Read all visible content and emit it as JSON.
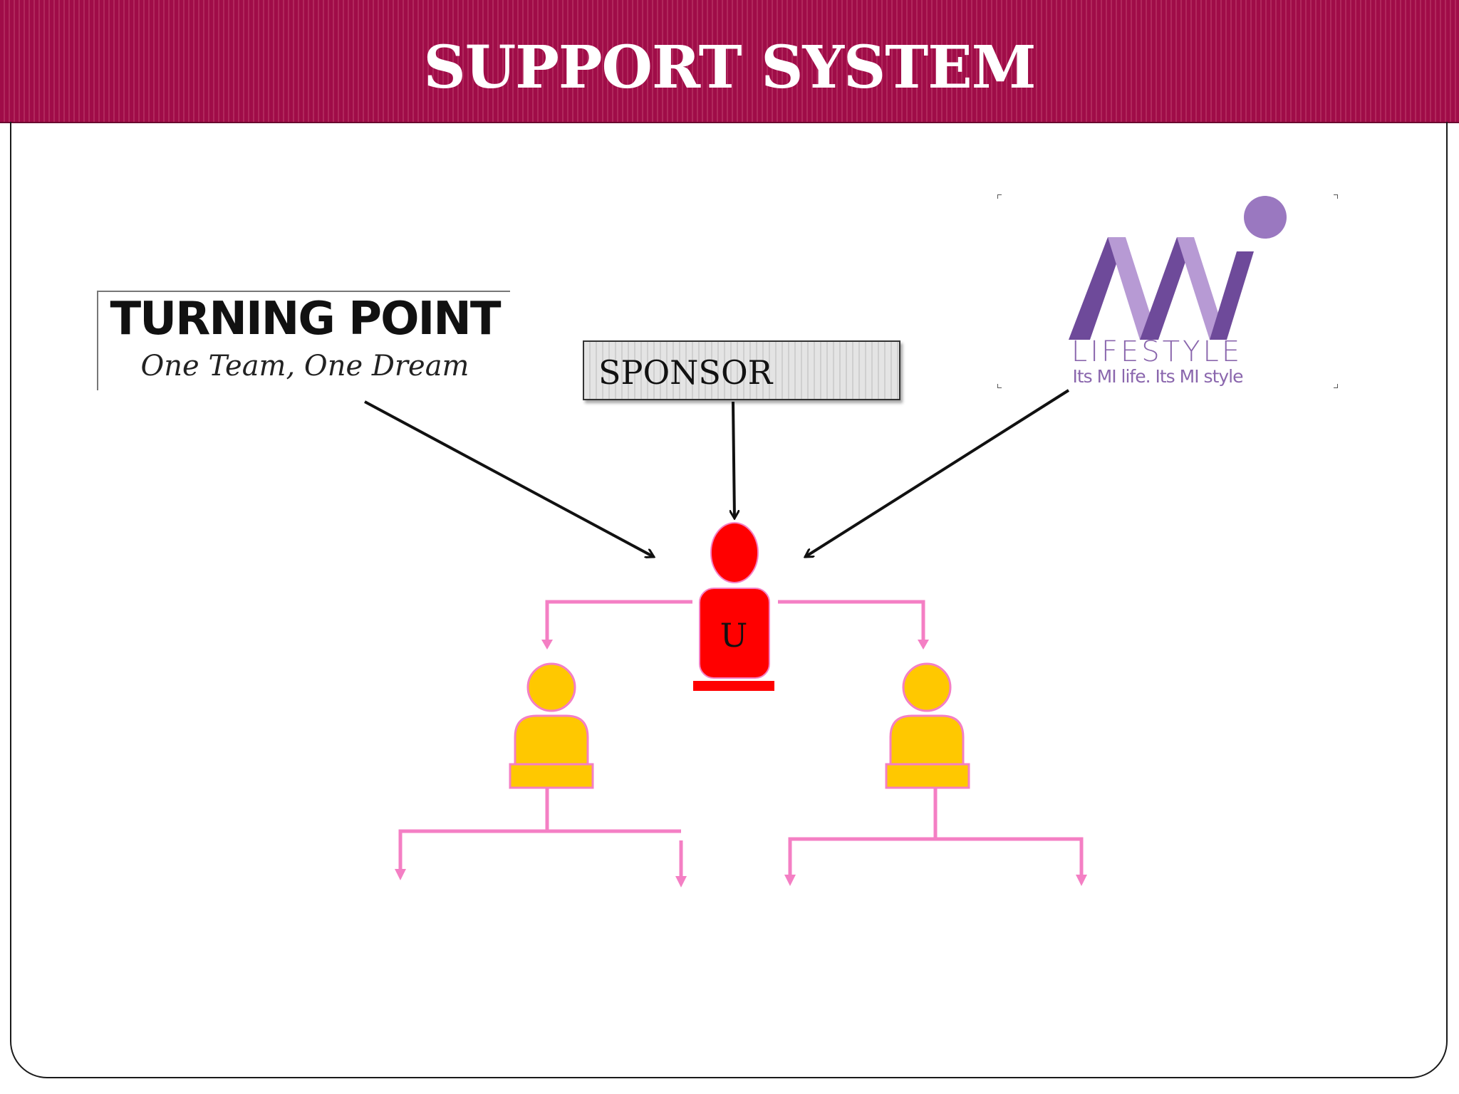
{
  "title": "SUPPORT SYSTEM",
  "logos": {
    "turning_point": {
      "name": "TURNING POINT",
      "tagline": "One Team, One Dream"
    },
    "mi_lifestyle": {
      "name": "LIFESTYLE",
      "tagline": "Its MI life. Its MI style"
    }
  },
  "sponsor": {
    "label": "SPONSOR"
  },
  "user_node": {
    "label": "U"
  },
  "colors": {
    "banner": "#a00c48",
    "user": "#ff0000",
    "downline": "#ffc800",
    "connector": "#f47fc4",
    "arrow": "#111111",
    "mi_purple": "#8a66ad"
  }
}
